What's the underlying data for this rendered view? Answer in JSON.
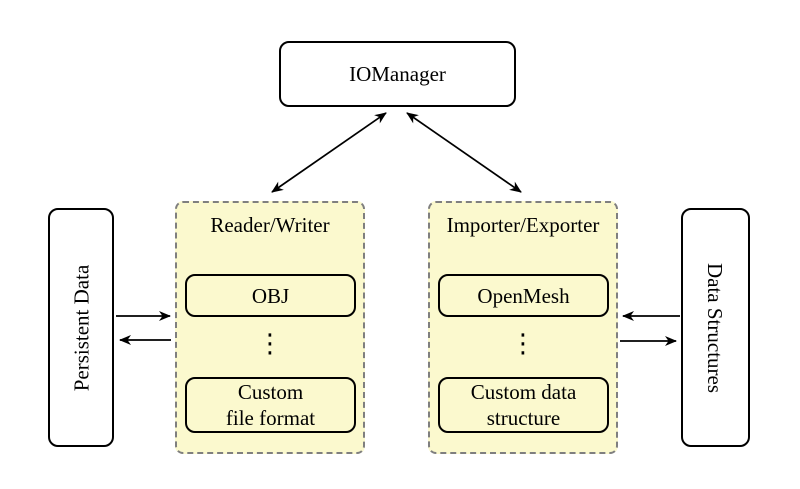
{
  "colors": {
    "page_bg": "#ffffff",
    "node_fill": "#ffffff",
    "node_border": "#000000",
    "group_fill": "#FBF9CE",
    "group_border": "#7F7F7F",
    "line_color": "#000000",
    "text_color": "#000000"
  },
  "nodes": {
    "iomanager": {
      "label": "IOManager"
    },
    "persistent_data": {
      "label": "Persistent Data"
    },
    "data_structures": {
      "label": "Data Structures"
    },
    "obj": {
      "label": "OBJ"
    },
    "custom_file_format": {
      "lines": [
        "Custom",
        "file format"
      ]
    },
    "openmesh": {
      "label": "OpenMesh"
    },
    "custom_data_structure": {
      "lines": [
        "Custom data",
        "structure"
      ]
    }
  },
  "groups": {
    "reader_writer": {
      "title": "Reader/Writer",
      "ellipsis": "⋮"
    },
    "importer_exporter": {
      "title": "Importer/Exporter",
      "ellipsis": "⋮"
    }
  }
}
